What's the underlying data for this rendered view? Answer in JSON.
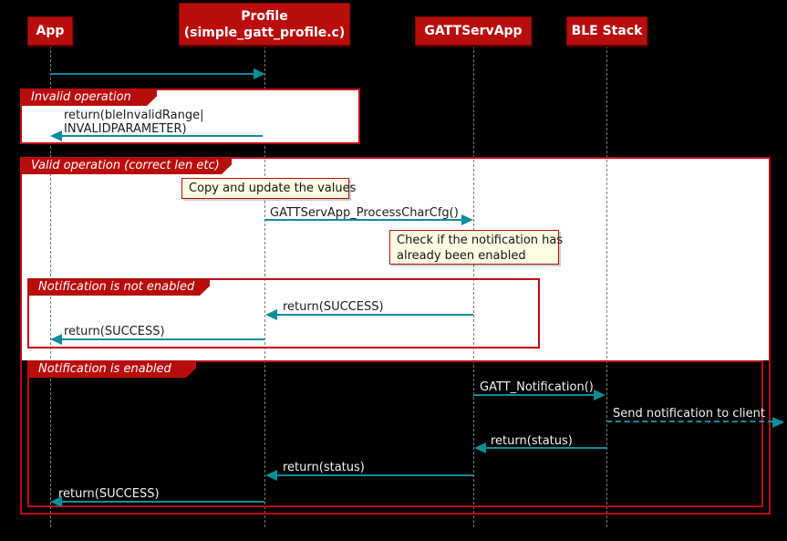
{
  "diagram": {
    "participants": [
      {
        "label": "App"
      },
      {
        "label_line1": "Profile",
        "label_line2": "(simple_gatt_profile.c)"
      },
      {
        "label": "GATTServApp"
      },
      {
        "label": "BLE Stack"
      }
    ],
    "fragments": [
      {
        "title": "Invalid operation"
      },
      {
        "title": "Valid operation (correct len etc)"
      },
      {
        "title": "Notification is not enabled"
      },
      {
        "title": "Notification is enabled"
      }
    ],
    "notes": [
      {
        "text": "Copy and update the values"
      },
      {
        "text_line1": "Check if the notification has",
        "text_line2": "already been enabled"
      }
    ],
    "messages": [
      {
        "label_line1": "return(bleInvalidRange|",
        "label_line2": "INVALIDPARAMETER)"
      },
      {
        "label": "GATTServApp_ProcessCharCfg()"
      },
      {
        "label": "return(SUCCESS)"
      },
      {
        "label": "return(SUCCESS)"
      },
      {
        "label": "GATT_Notification()"
      },
      {
        "label": "Send notification to client"
      },
      {
        "label": "return(status)"
      },
      {
        "label": "return(status)"
      },
      {
        "label": "return(SUCCESS)"
      }
    ],
    "colors": {
      "background": "#000000",
      "participant_fill": "#b90d0d",
      "fragment_border": "#c00712",
      "arrow_teal": "#0a8e9a",
      "note_fill": "#fdfde4",
      "body_white": "#ffffff"
    }
  }
}
